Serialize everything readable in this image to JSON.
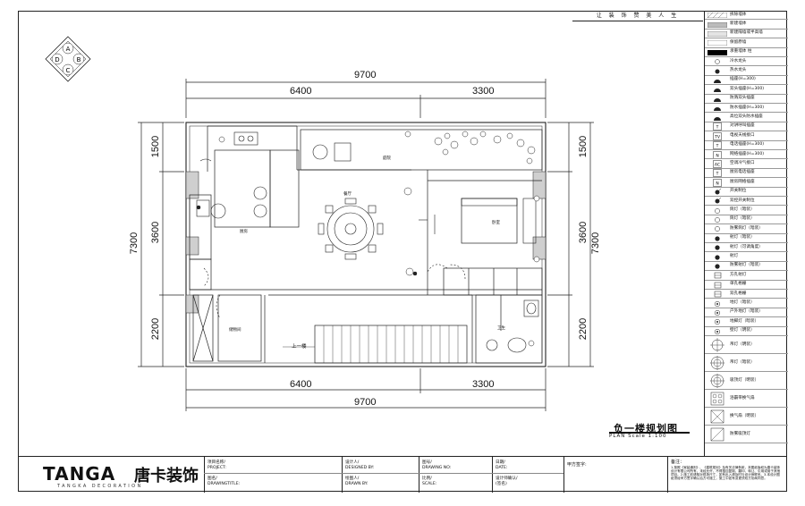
{
  "slogan": "让 装 饰 赞 美 人 生",
  "compass": {
    "letters": [
      "A",
      "B",
      "C",
      "D"
    ]
  },
  "dimensions": {
    "top_total": "9700",
    "top_left": "6400",
    "top_right": "3300",
    "bottom_left": "6400",
    "bottom_right": "3300",
    "bottom_total": "9700",
    "left_total": "7300",
    "left_top": "1500",
    "left_mid": "3600",
    "left_bottom": "2200",
    "right_total": "7300",
    "right_top": "1500",
    "right_mid": "3600",
    "right_bottom": "2200"
  },
  "rooms": {
    "dining": "餐厅",
    "kitchen": "厨房",
    "garden": "庭院",
    "bedroom": "卧室",
    "stairs": "上一楼",
    "storage": "储物间",
    "bath": "卫生"
  },
  "plan": {
    "title": "负一楼规划图",
    "subtitle": "PLAN     Scale 1:100"
  },
  "legend": [
    {
      "icon": "hatch-wall-icon",
      "label": "拆除墙体"
    },
    {
      "icon": "grey-wall-icon",
      "label": "新建墙体"
    },
    {
      "icon": "light-wall-icon",
      "label": "新建隔墙或半高墙"
    },
    {
      "icon": "plain-wall-icon",
      "label": "保留原墙"
    },
    {
      "icon": "solid-wall-icon",
      "label": "承重墙体 柱"
    },
    {
      "icon": "cold-water-icon",
      "label": "冷水龙头"
    },
    {
      "icon": "hot-water-icon",
      "label": "热水龙头"
    },
    {
      "icon": "socket-icon",
      "label": "插座(H=300)"
    },
    {
      "icon": "double-socket-icon",
      "label": "双头插座(H=300)"
    },
    {
      "icon": "socket-icon",
      "label": "防溅双头插座"
    },
    {
      "icon": "socket-icon",
      "label": "防水插座(H=300)"
    },
    {
      "icon": "socket-icon",
      "label": "高位双头防水插座"
    },
    {
      "icon": "tel-icon",
      "label": "对讲呼叫插座"
    },
    {
      "icon": "tv-icon",
      "label": "电视天线接口"
    },
    {
      "icon": "tel-icon",
      "label": "电话插座(H=300)"
    },
    {
      "icon": "net-icon",
      "label": "网络插座(H=300)"
    },
    {
      "icon": "ac-icon",
      "label": "空调冷气接口"
    },
    {
      "icon": "t-icon",
      "label": "厨房电话插座"
    },
    {
      "icon": "n-icon",
      "label": "厨房网络插座"
    },
    {
      "icon": "switch-icon",
      "label": "开关制位"
    },
    {
      "icon": "switch-icon",
      "label": "双控开关制位"
    },
    {
      "icon": "downlight-icon",
      "label": "筒灯（暗装）"
    },
    {
      "icon": "downlight-icon",
      "label": "筒灯（暗装）"
    },
    {
      "icon": "downlight-icon",
      "label": "防雾筒灯（暗装）"
    },
    {
      "icon": "spotlight-icon",
      "label": "射灯（暗装）"
    },
    {
      "icon": "spotlight-icon",
      "label": "射灯（可调角度）"
    },
    {
      "icon": "spotlight-icon",
      "label": "射灯"
    },
    {
      "icon": "spotlight-icon",
      "label": "防雾射灯（暗装）"
    },
    {
      "icon": "pendant-icon",
      "label": "方孔射灯"
    },
    {
      "icon": "grille-icon",
      "label": "单孔格栅"
    },
    {
      "icon": "grille-icon",
      "label": "双孔格栅"
    },
    {
      "icon": "floor-lamp-icon",
      "label": "地灯（暗装）"
    },
    {
      "icon": "outdoor-lamp-icon",
      "label": "户外地灯（暗装）"
    },
    {
      "icon": "floor-lamp-icon",
      "label": "地脚灯（暗装）"
    },
    {
      "icon": "wall-lamp-icon",
      "label": "壁灯（明装）"
    },
    {
      "icon": "chandelier-icon",
      "label": "吊灯（明装）"
    },
    {
      "icon": "ceiling-lamp-icon",
      "label": "吊灯（暗装）"
    },
    {
      "icon": "ceiling-lamp-icon",
      "label": "吸顶灯（明装）"
    },
    {
      "icon": "exhaust-icon",
      "label": "浴霸带换气扇"
    },
    {
      "icon": "fan-icon",
      "label": "换气扇（明装）"
    },
    {
      "icon": "box-icon",
      "label": "防雾吸顶灯"
    }
  ],
  "titleblock": {
    "logo_main": "TANGA",
    "logo_cn": "唐卡装饰",
    "logo_sub": "TANGKA DECORATION",
    "project_name": "项目名称/",
    "project_en": "PROJECT:",
    "drawing_title": "图名/",
    "drawing_title_en": "DRAWINGTITLE:",
    "designed": "设计人/",
    "designed_en": "DESIGNED BY:",
    "drawn": "绘图人/",
    "drawn_en": "DRAWN BY:",
    "drawing_no": "图号/",
    "drawing_no_en": "DRAWING NO:",
    "scale": "比例/",
    "scale_en": "SCALE:",
    "date": "日期/",
    "date_en": "DATE:",
    "designer_confirm": "设计师确认/",
    "designer_confirm_en": "(签名)",
    "client_sign": "甲方签字:",
    "remarks": "备注：",
    "notes": "1.按照《家装通则》、《建筑规划》及有关法律条款，本图纸版权为唐卡装饰设计有限公司所有，未经允许，不得擅自复制、翻印、转让、引用或用于其他项目。2.施工前请核对现场尺寸，如有出入请及时与设计师联系。3.本设计图纸须经甲方签字确认后方可施工，施工中如有变更须双方协商同意。"
  },
  "colors": {
    "line": "#222222",
    "hatch": "#888888",
    "fill_grey": "#cfcfcf"
  }
}
